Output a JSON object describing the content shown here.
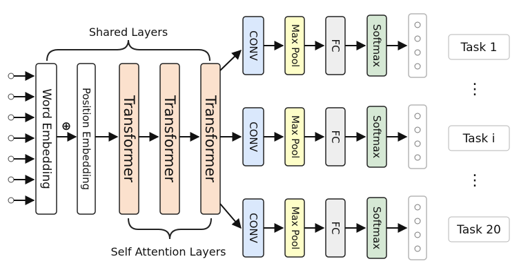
{
  "labels": {
    "shared_layers": "Shared Layers",
    "self_attention_layers": "Self Attention Layers",
    "word_embedding": "Word Embedding",
    "position_embedding": "Position Embedding",
    "transformer": "Transformer",
    "plus": "⊕"
  },
  "branch_blocks": {
    "conv": "CONV",
    "max_pool": "Max Pool",
    "fc": "FC",
    "softmax": "Softmax"
  },
  "tasks": [
    "Task 1",
    "Task i",
    "Task 20"
  ],
  "ellipsis": "⋮",
  "colors": {
    "transformer_fill": "#fbe1cd",
    "conv_fill": "#dae8fc",
    "max_pool_fill": "#fefec8",
    "fc_fill": "#eeeeee",
    "softmax_fill": "#d5e8d4",
    "stroke": "#222222",
    "output_stroke": "#b5b5b5"
  }
}
